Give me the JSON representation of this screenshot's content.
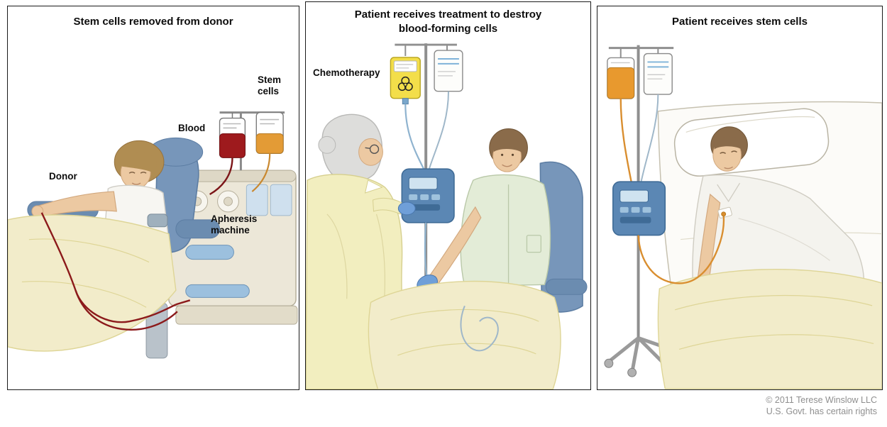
{
  "figure": {
    "subject": "Stem cell transplant process, three-step medical illustration"
  },
  "panels": [
    {
      "title": "Stem cells removed from donor",
      "labels": {
        "donor": "Donor",
        "blood": "Blood",
        "stem_cells": "Stem cells",
        "apheresis_machine": "Apheresis machine"
      }
    },
    {
      "title": "Patient receives treatment to destroy blood-forming cells",
      "labels": {
        "chemotherapy": "Chemotherapy"
      }
    },
    {
      "title": "Patient receives stem cells",
      "labels": {}
    }
  ],
  "footer": {
    "copyright_line1": "© 2011 Terese Winslow LLC",
    "copyright_line2": "U.S. Govt. has certain rights"
  },
  "palette": {
    "blanket": "#f2ecca",
    "chair_blue": "#7796ba",
    "gown_yellow": "#f2eebf",
    "pump_blue": "#5b87b4",
    "chemo_yellow": "#f3de4a",
    "blood_red": "#9e1a1d",
    "stem_cell_orange": "#e39b36",
    "glove_blue": "#6f9fd8",
    "skin": "#ecc9a2",
    "machine_cream": "#ece7d8",
    "copyright_gray": "#8f8f8f"
  }
}
